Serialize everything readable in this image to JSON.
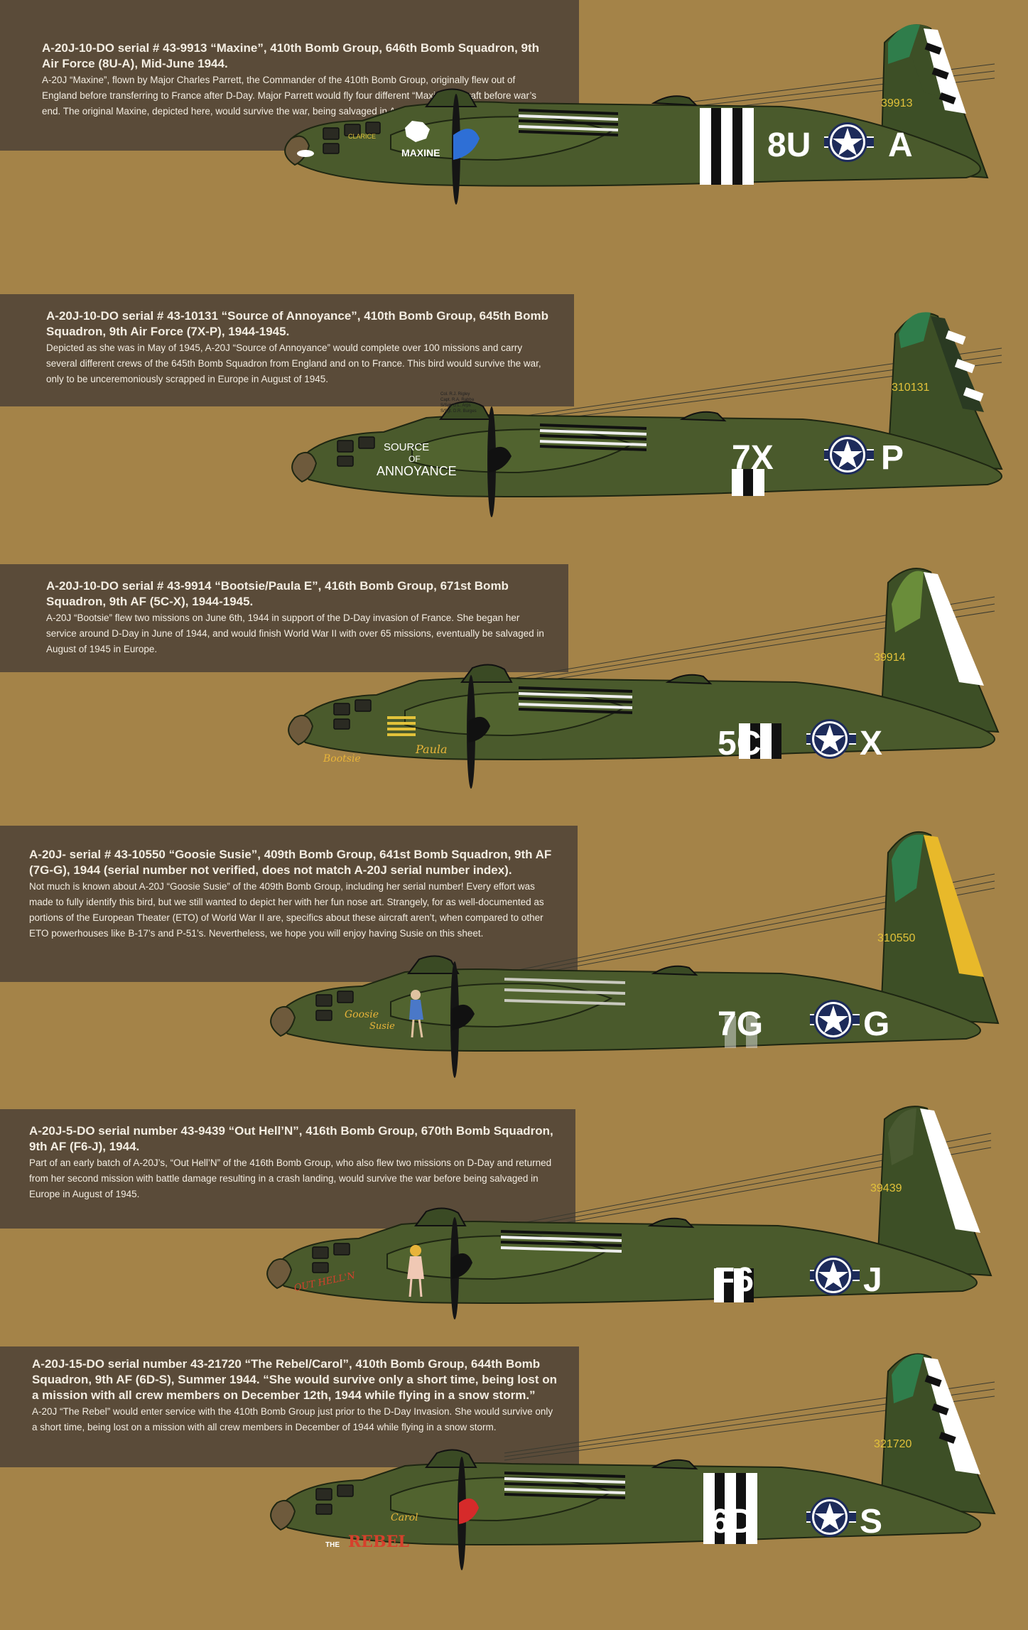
{
  "aircraft": [
    {
      "title": "A-20J-10-DO serial # 43-9913 “Maxine”, 410th Bomb Group, 646th Bomb Squadron, 9th Air Force (8U-A), Mid-June 1944.",
      "body": "A-20J “Maxine”, flown by Major Charles Parrett, the Commander of the 410th Bomb Group, originally flew out of England before transferring to France after D-Day. Major Parrett would fly four different “Maxine” aircraft before war’s end. The original Maxine, depicted here, would survive the war, being salvaged in August of 1945.",
      "tail_number": "39913",
      "code_left": "8U",
      "code_right": "A",
      "nose_art": "MAXINE",
      "nose_art_2": "CLARICE",
      "fin_color": "#ffffff",
      "fin_camo": "#2f7d4b",
      "tail_text_color": "#e2c23a",
      "spinner_color": "#2e6fd6",
      "nose_art_color": "#ffffff"
    },
    {
      "title": "A-20J-10-DO serial # 43-10131 “Source of Annoyance”, 410th Bomb Group, 645th Bomb Squadron, 9th Air Force (7X-P), 1944-1945.",
      "body": "Depicted as she was in May of 1945, A-20J “Source of Annoyance” would complete over 100 missions and carry several different crews of the 645th Bomb Squadron from England and on to France. This bird would survive the war, only to be unceremoniously scrapped in Europe in August of 1945.",
      "tail_number": "310131",
      "code_left": "7X",
      "code_right": "P",
      "nose_art": "ANNOYANCE",
      "nose_art_2": "SOURCE",
      "nose_art_3": "OF",
      "crew_names": [
        "Col. R.J. Rigley",
        "Capt. R.A. Rabba",
        "S/Sgt. D.L. Arps",
        "S/Sgt. D.R. Burges"
      ],
      "fin_color": "#2a3a22",
      "fin_camo": "#2f7d4b",
      "tail_text_color": "#e2c23a",
      "spinner_color": "#111111",
      "nose_art_color": "#ffffff"
    },
    {
      "title": "A-20J-10-DO serial # 43-9914 “Bootsie/Paula E”, 416th Bomb Group, 671st Bomb Squadron, 9th AF (5C-X), 1944-1945.",
      "body": "A-20J “Bootsie” flew two missions on June 6th, 1944 in support of the D-Day invasion of France. She began her service around D-Day in June of 1944, and would finish World War II with over 65 missions, eventually be salvaged in August of 1945 in Europe.",
      "tail_number": "39914",
      "code_left": "5C",
      "code_right": "X",
      "nose_art": "Bootsie",
      "nose_art_2": "Paula",
      "fin_color": "#ffffff",
      "fin_camo": "#6a8d3a",
      "tail_text_color": "#e2c23a",
      "spinner_color": "#111111",
      "nose_art_color": "#e8b43a"
    },
    {
      "title": "A-20J- serial # 43-10550 “Goosie Susie”, 409th Bomb Group, 641st Bomb Squadron, 9th AF (7G-G), 1944 (serial number not verified, does not match A-20J serial number index).",
      "body": "Not much is known about A-20J “Goosie Susie” of the 409th Bomb Group, including her serial number! Every effort was made to fully identify this bird, but we still wanted to depict her with her fun nose art. Strangely, for as well-documented as portions of the European Theater (ETO) of World War II are, specifics about these aircraft aren’t, when compared to other ETO powerhouses like B-17’s and P-51’s. Nevertheless, we hope you will enjoy having Susie on this sheet.",
      "tail_number": "310550",
      "code_left": "7G",
      "code_right": "G",
      "nose_art": "Goosie",
      "nose_art_2": "Susie",
      "fin_color": "#e8b92a",
      "fin_camo": "#2f7d4b",
      "tail_text_color": "#e2c23a",
      "spinner_color": "#111111",
      "nose_art_color": "#e8b43a"
    },
    {
      "title": "A-20J-5-DO serial number 43-9439 “Out Hell’N”, 416th Bomb Group, 670th Bomb Squadron, 9th AF (F6-J), 1944.",
      "body": "Part of an early batch of A-20J’s, “Out Hell’N” of the 416th Bomb Group, who also flew two missions on D-Day and returned from her second mission with battle damage resulting in a crash landing, would survive the war before being salvaged in Europe in August of 1945.",
      "tail_number": "39439",
      "code_left": "F6",
      "code_right": "J",
      "nose_art": "OUT HELL'N",
      "fin_color": "#ffffff",
      "fin_camo": "#4a5a32",
      "tail_text_color": "#e2c23a",
      "spinner_color": "#111111",
      "nose_art_color": "#d6402c"
    },
    {
      "title": "A-20J-15-DO serial number 43-21720 “The Rebel/Carol”, 410th Bomb Group, 644th Bomb Squadron, 9th AF (6D-S), Summer 1944. “She would survive only a short time, being lost on a mission with all crew members on December 12th, 1944 while flying in a snow storm.”",
      "body": "A-20J “The Rebel” would enter service with the 410th Bomb Group just prior to the D-Day Invasion. She would survive only a short time, being lost on a mission with all crew members in December of 1944 while flying in a snow storm.",
      "tail_number": "321720",
      "code_left": "6D",
      "code_right": "S",
      "nose_art": "REBEL",
      "nose_art_2": "THE",
      "nose_art_3": "Carol",
      "fin_color": "#ffffff",
      "fin_camo": "#2f7d4b",
      "tail_text_color": "#e2c23a",
      "spinner_color": "#d62a2a",
      "nose_art_color": "#d6402c"
    }
  ]
}
